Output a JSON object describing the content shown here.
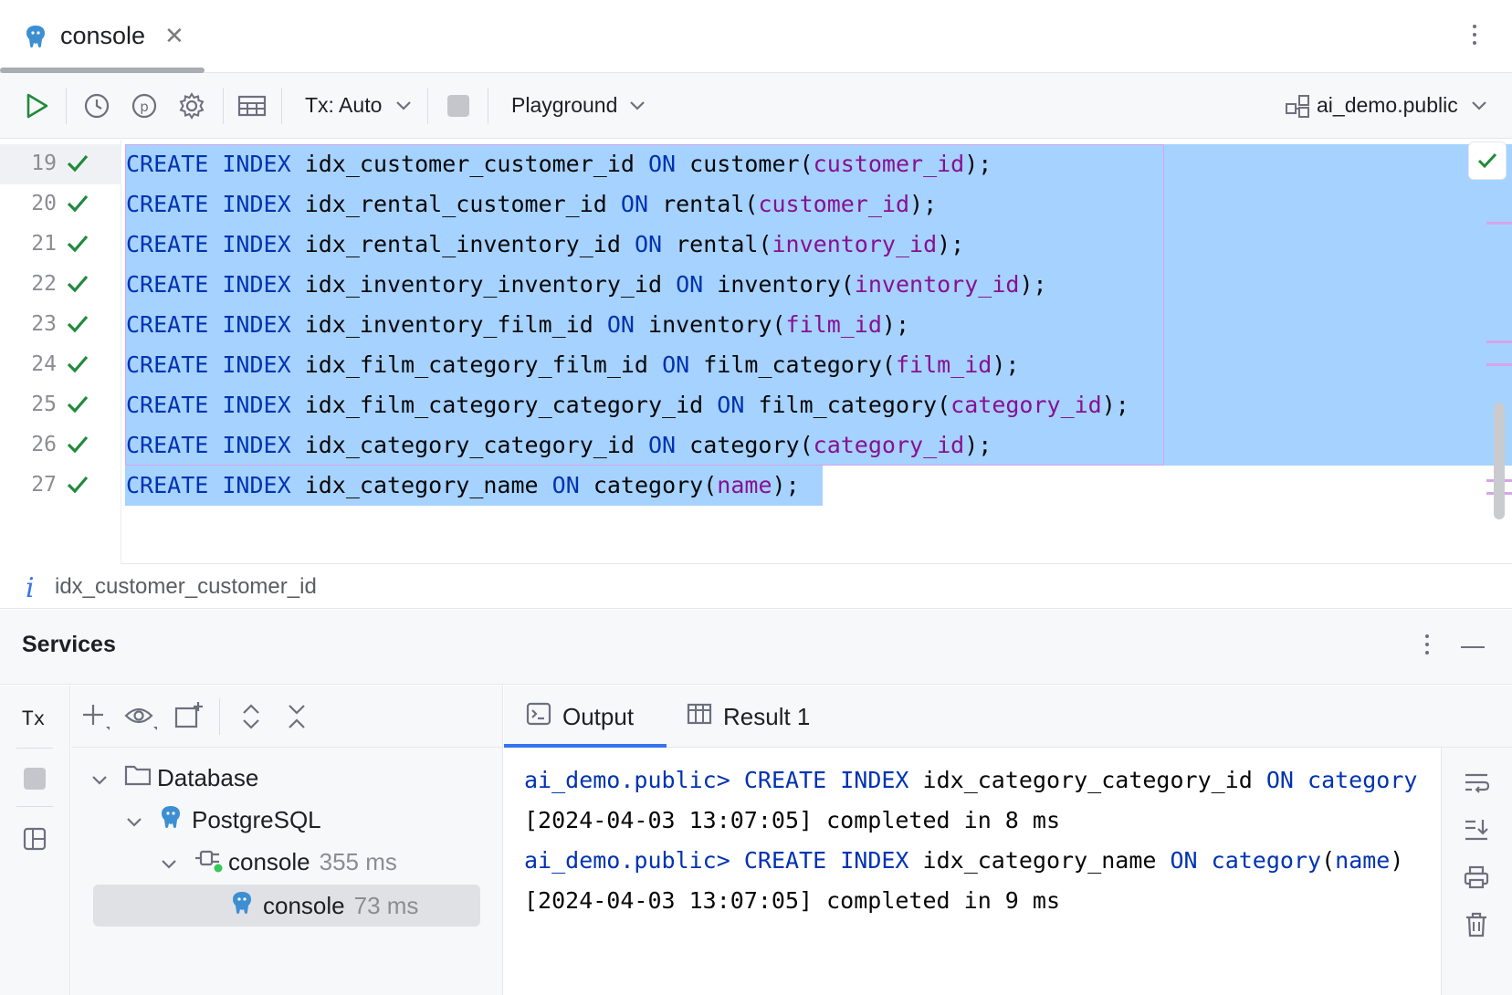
{
  "tab": {
    "label": "console",
    "close": "✕"
  },
  "toolbar": {
    "tx_mode": "Tx: Auto",
    "playground": "Playground",
    "schema": "ai_demo.public"
  },
  "editor": {
    "lines": [
      {
        "num": "19",
        "kw1": "CREATE",
        "kw2": "INDEX",
        "name": "idx_customer_customer_id",
        "on": "ON",
        "table": "customer",
        "open": "(",
        "col": "customer_id",
        "close": ");"
      },
      {
        "num": "20",
        "kw1": "CREATE",
        "kw2": "INDEX",
        "name": "idx_rental_customer_id",
        "on": "ON",
        "table": "rental",
        "open": "(",
        "col": "customer_id",
        "close": ");"
      },
      {
        "num": "21",
        "kw1": "CREATE",
        "kw2": "INDEX",
        "name": "idx_rental_inventory_id",
        "on": "ON",
        "table": "rental",
        "open": "(",
        "col": "inventory_id",
        "close": ");"
      },
      {
        "num": "22",
        "kw1": "CREATE",
        "kw2": "INDEX",
        "name": "idx_inventory_inventory_id",
        "on": "ON",
        "table": "inventory",
        "open": "(",
        "col": "inventory_id",
        "close": ");"
      },
      {
        "num": "23",
        "kw1": "CREATE",
        "kw2": "INDEX",
        "name": "idx_inventory_film_id",
        "on": "ON",
        "table": "inventory",
        "open": "(",
        "col": "film_id",
        "close": ");"
      },
      {
        "num": "24",
        "kw1": "CREATE",
        "kw2": "INDEX",
        "name": "idx_film_category_film_id",
        "on": "ON",
        "table": "film_category",
        "open": "(",
        "col": "film_id",
        "close": ");"
      },
      {
        "num": "25",
        "kw1": "CREATE",
        "kw2": "INDEX",
        "name": "idx_film_category_category_id",
        "on": "ON",
        "table": "film_category",
        "open": "(",
        "col": "category_id",
        "close": ");"
      },
      {
        "num": "26",
        "kw1": "CREATE",
        "kw2": "INDEX",
        "name": "idx_category_category_id",
        "on": "ON",
        "table": "category",
        "open": "(",
        "col": "category_id",
        "close": ");"
      },
      {
        "num": "27",
        "kw1": "CREATE",
        "kw2": "INDEX",
        "name": "idx_category_name",
        "on": "ON",
        "table": "category",
        "open": "(",
        "col": "name",
        "close": ");"
      }
    ]
  },
  "info_bar": {
    "text": "idx_customer_customer_id"
  },
  "services": {
    "title": "Services",
    "strip_tx": "Tx",
    "tree": {
      "database": "Database",
      "postgres": "PostgreSQL",
      "console_session": "console",
      "console_session_time": "355 ms",
      "console_child": "console",
      "console_child_time": "73 ms"
    },
    "tabs": {
      "output": "Output",
      "result": "Result 1"
    },
    "console": [
      {
        "prompt": "ai_demo.public>",
        "kw1": "CREATE",
        "kw2": "INDEX",
        "name": "idx_category_category_id",
        "on": "ON",
        "rest": "category"
      },
      {
        "text": "[2024-04-03 13:07:05] completed in 8 ms"
      },
      {
        "prompt": "ai_demo.public>",
        "kw1": "CREATE",
        "kw2": "INDEX",
        "name": "idx_category_name",
        "on": "ON",
        "rest": "category",
        "open": "(",
        "col": "name",
        "close": ")"
      },
      {
        "text": "[2024-04-03 13:07:05] completed in 9 ms"
      }
    ]
  },
  "icons": {
    "run": "run-icon",
    "history": "history-icon",
    "parameters": "parameters-icon",
    "settings": "gear-icon",
    "table_view": "table-icon",
    "stop": "stop-icon"
  },
  "colors": {
    "keyword": "#0033b3",
    "column": "#871094",
    "selection": "#a6d2ff",
    "accent": "#3574f0",
    "success": "#208a3c"
  }
}
